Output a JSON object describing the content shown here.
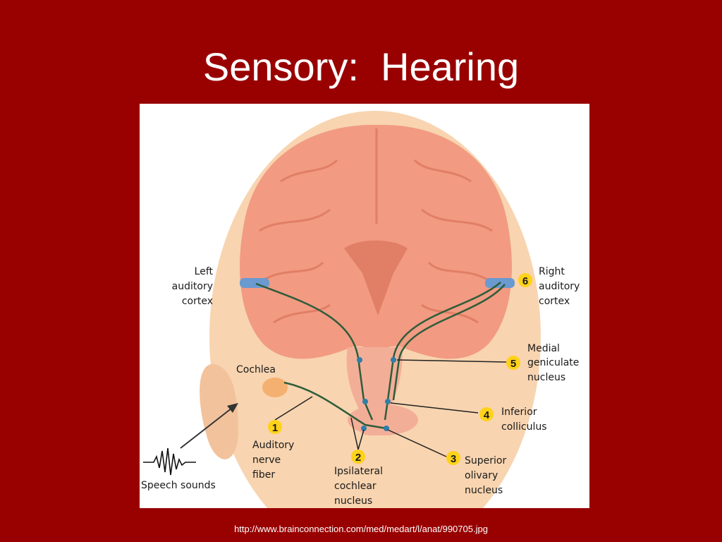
{
  "slide": {
    "title": "Sensory:  Hearing",
    "source_url": "http://www.brainconnection.com/med/medart/l/anat/990705.jpg"
  },
  "diagram": {
    "labels": {
      "left_cortex": [
        "Left",
        "auditory",
        "cortex"
      ],
      "right_cortex": [
        "Right",
        "auditory",
        "cortex"
      ],
      "cochlea": "Cochlea",
      "medial_geniculate": [
        "Medial",
        "geniculate",
        "nucleus"
      ],
      "inferior_colliculus": [
        "Inferior",
        "colliculus"
      ],
      "auditory_nerve": [
        "Auditory",
        "nerve",
        "fiber"
      ],
      "ipsilateral": [
        "Ipsilateral",
        "cochlear",
        "nucleus"
      ],
      "superior_olivary": [
        "Superior",
        "olivary",
        "nucleus"
      ],
      "speech_sounds": "Speech sounds"
    },
    "steps": [
      "1",
      "2",
      "3",
      "4",
      "5",
      "6"
    ],
    "colors": {
      "background": "#990000",
      "skin": "#f8d4b0",
      "brain": "#f29a82",
      "brain_dark": "#e07f66",
      "pathway": "#2e5d3a",
      "cortex_blue": "#6a9ad0",
      "step_circle": "#ffd21a"
    }
  }
}
